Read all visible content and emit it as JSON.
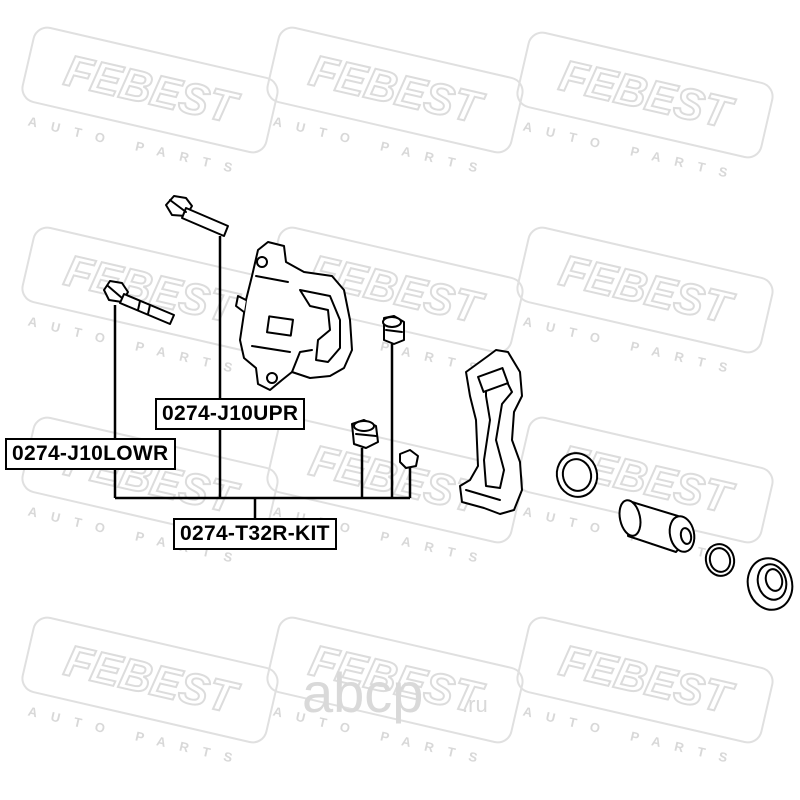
{
  "watermark": {
    "brand": "FEBEST",
    "subtitle": "AUTO PARTS",
    "color": "#e3e3e3"
  },
  "labels": {
    "upper_pin": "0274-J10UPR",
    "lower_pin": "0274-J10LOWR",
    "kit": "0274-T32R-KIT"
  },
  "site_watermark": {
    "brand": "abcp",
    "suffix": ".ru",
    "color": "#dcdcdc"
  },
  "colors": {
    "line": "#000000",
    "background": "#ffffff"
  }
}
